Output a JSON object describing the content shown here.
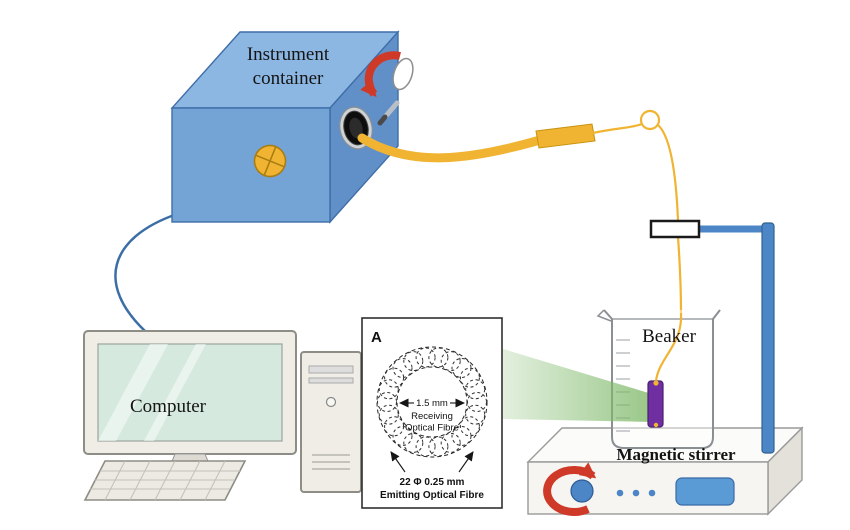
{
  "labels": {
    "instrument_line1": "Instrument",
    "instrument_line2": "container",
    "computer": "Computer",
    "beaker": "Beaker",
    "magnetic_stirrer": "Magnetic stirrer"
  },
  "inset": {
    "panel_letter": "A",
    "core_diameter": "1.5 mm",
    "receiving_line1": "Receiving",
    "receiving_line2": "Optical Fibre",
    "emitting_spec": "22 Φ 0.25 mm",
    "emitting_label": "Emitting Optical Fibre",
    "fibre_count": 22
  },
  "colors": {
    "box-front": "#74a3d6",
    "box-top": "#8db7e3",
    "box-side": "#6090c7",
    "fibre": "#f0b432",
    "cable": "#3b6ea5",
    "arrow-red": "#cf3a28",
    "beam": "#7fb96a",
    "probe": "#6f2fa0",
    "stand": "#4d86c6",
    "screen": "#d5e9de",
    "display": "#5b9bd5"
  }
}
